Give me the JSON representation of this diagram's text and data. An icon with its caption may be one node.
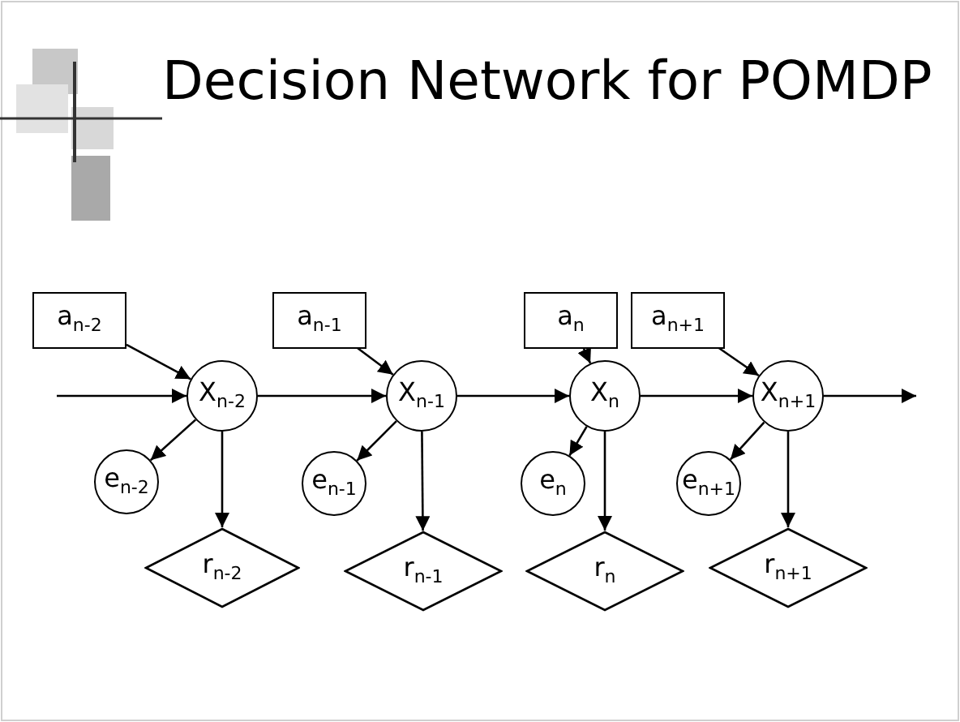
{
  "diagram": {
    "title": "Decision Network for POMDP",
    "nodes": [
      {
        "text": [
          "a$_{n-2}$"
        ]
      },
      {
        "text": [
          "a$_{n-1}$"
        ]
      },
      {
        "text": [
          "a$_{n}$"
        ]
      },
      {
        "text": [
          "a$_{n+1}$"
        ]
      },
      {
        "text": [
          "X$_{n-2}$"
        ]
      },
      {
        "text": [
          "X$_{n-1}$"
        ]
      },
      {
        "text": [
          "X$_{n}$"
        ]
      },
      {
        "text": [
          "X$_{n+1}$"
        ]
      },
      {
        "text": [
          "e$_{n-2}$"
        ]
      },
      {
        "text": [
          "e$_{n-1}$"
        ]
      },
      {
        "text": [
          "e$_{n}$"
        ]
      },
      {
        "text": [
          "e$_{n+1}$"
        ]
      },
      {
        "text": [
          "r$_{n-2}$"
        ]
      },
      {
        "text": [
          "r$_{n-1}$"
        ]
      },
      {
        "text": [
          "r$_{n}$"
        ]
      },
      {
        "text": [
          "r$_{n+1}$"
        ]
      }
    ],
    "edges": [
      {
        "from": null,
        "to": 4,
        "arrow": "to"
      },
      {
        "from": 4,
        "to": 5,
        "arrow": "to"
      },
      {
        "from": 5,
        "to": 6,
        "arrow": "to"
      },
      {
        "from": 6,
        "to": 7,
        "arrow": "to"
      },
      {
        "from": 7,
        "to": null,
        "arrow": "to"
      },
      {
        "from": 0,
        "to": 4,
        "arrow": "to"
      },
      {
        "from": 1,
        "to": 5,
        "arrow": "to"
      },
      {
        "from": 2,
        "to": 6,
        "arrow": "to"
      },
      {
        "from": 3,
        "to": 7,
        "arrow": "to"
      },
      {
        "from": 4,
        "to": 8,
        "arrow": "to"
      },
      {
        "from": 5,
        "to": 9,
        "arrow": "to"
      },
      {
        "from": 6,
        "to": 10,
        "arrow": "to"
      },
      {
        "from": 7,
        "to": 11,
        "arrow": "to"
      },
      {
        "from": 4,
        "to": 12,
        "arrow": "to"
      },
      {
        "from": 5,
        "to": 13,
        "arrow": "to"
      },
      {
        "from": 6,
        "to": 14,
        "arrow": "to"
      },
      {
        "from": 7,
        "to": 15,
        "arrow": "to"
      }
    ]
  }
}
